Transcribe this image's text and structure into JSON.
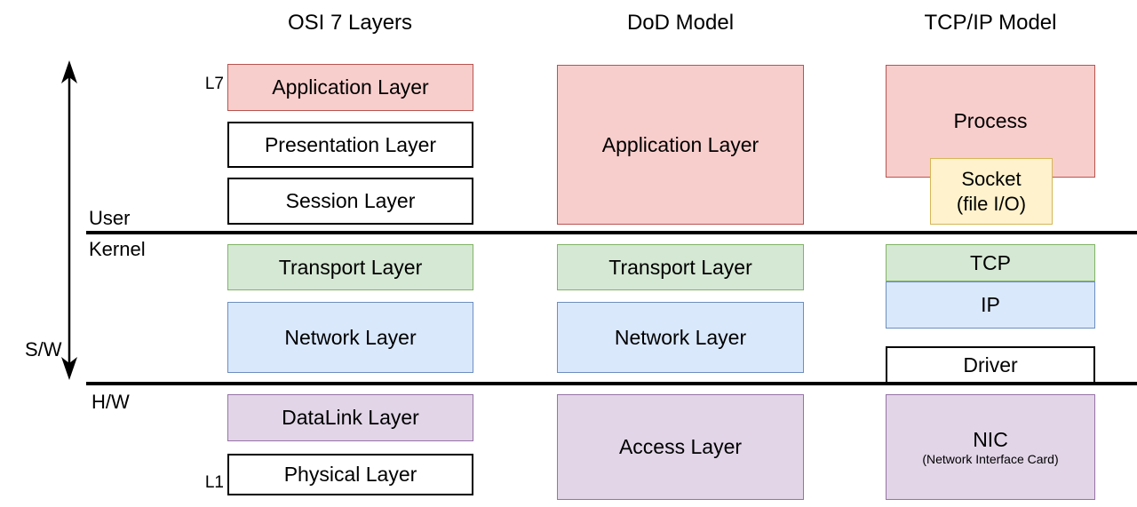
{
  "titles": {
    "osi": "OSI 7 Layers",
    "dod": "DoD Model",
    "tcpip": "TCP/IP Model"
  },
  "side_labels": {
    "user": "User",
    "kernel": "Kernel",
    "software": "S/W",
    "hardware": "H/W",
    "l7": "L7",
    "l1": "L1"
  },
  "osi_layers": [
    {
      "label": "Application Layer",
      "color": "#f8cecc"
    },
    {
      "label": "Presentation Layer",
      "color": "#ffffff"
    },
    {
      "label": "Session Layer",
      "color": "#ffffff"
    },
    {
      "label": "Transport Layer",
      "color": "#d5e8d4"
    },
    {
      "label": "Network Layer",
      "color": "#dae8fc"
    },
    {
      "label": "DataLink Layer",
      "color": "#e1d5e7"
    },
    {
      "label": "Physical Layer",
      "color": "#ffffff"
    }
  ],
  "dod_layers": [
    {
      "label": "Application Layer",
      "color": "#f8cecc"
    },
    {
      "label": "Transport Layer",
      "color": "#d5e8d4"
    },
    {
      "label": "Network Layer",
      "color": "#dae8fc"
    },
    {
      "label": "Access Layer",
      "color": "#e1d5e7"
    }
  ],
  "tcpip_layers": [
    {
      "label": "Process",
      "color": "#f8cecc"
    },
    {
      "label": "Socket",
      "sublabel": "(file I/O)",
      "color": "#fff2cc"
    },
    {
      "label": "TCP",
      "color": "#d5e8d4"
    },
    {
      "label": "IP",
      "color": "#dae8fc"
    },
    {
      "label": "Driver",
      "color": "#ffffff"
    },
    {
      "label": "NIC",
      "sublabel": "(Network Interface Card)",
      "color": "#e1d5e7"
    }
  ],
  "palette": {
    "application_fill": "#f8cecc",
    "application_stroke": "#b85450",
    "transport_fill": "#d5e8d4",
    "transport_stroke": "#82b366",
    "network_fill": "#dae8fc",
    "network_stroke": "#6c8ebf",
    "hardware_fill": "#e1d5e7",
    "hardware_stroke": "#9673a6",
    "socket_fill": "#fff2cc",
    "socket_stroke": "#d6b656",
    "divider_line": "#000000"
  }
}
